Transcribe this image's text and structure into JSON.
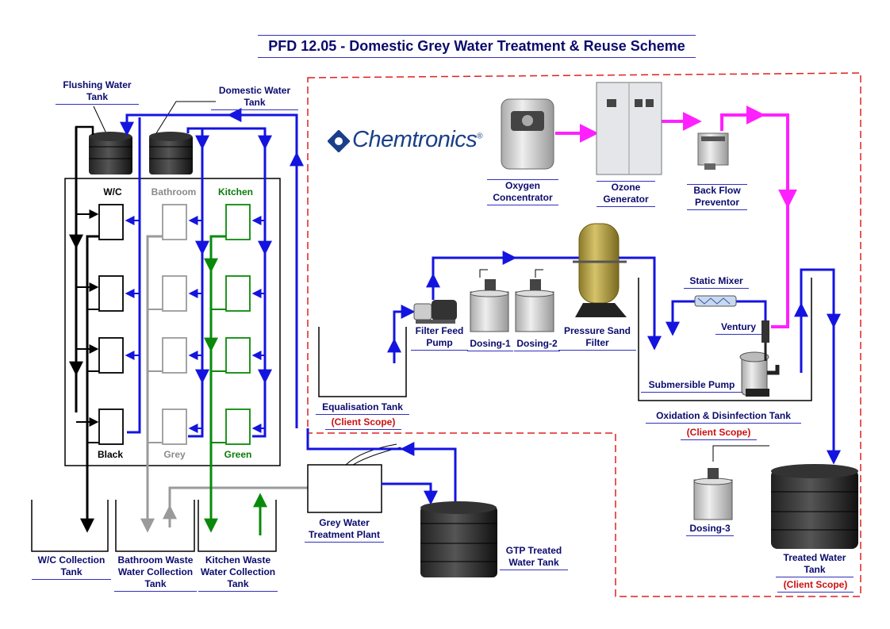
{
  "title": "PFD 12.05 - Domestic Grey Water Treatment & Reuse Scheme",
  "logo": {
    "text": "Chemtronics",
    "mark": "®"
  },
  "labels": {
    "flushing_tank": "Flushing Water Tank",
    "domestic_tank": "Domestic Water Tank",
    "wc": "W/C",
    "bathroom": "Bathroom",
    "kitchen": "Kitchen",
    "black": "Black",
    "grey": "Grey",
    "green": "Green",
    "wc_collection": "W/C Collection Tank",
    "bathroom_collection": "Bathroom Waste Water Collection Tank",
    "kitchen_collection": "Kitchen Waste Water Collection Tank",
    "grey_water_plant": "Grey Water Treatment Plant",
    "gtp_treated": "GTP Treated Water Tank",
    "equalisation_tank": "Equalisation Tank",
    "client_scope": "(Client Scope)",
    "filter_feed_pump": "Filter Feed Pump",
    "dosing_1": "Dosing-1",
    "dosing_2": "Dosing-2",
    "pressure_sand_filter": "Pressure Sand Filter",
    "oxygen_concentrator": "Oxygen Concentrator",
    "ozone_generator": "Ozone Generator",
    "back_flow_preventor": "Back Flow Preventor",
    "static_mixer": "Static Mixer",
    "ventury": "Ventury",
    "submersible_pump": "Submersible Pump",
    "oxidation_tank": "Oxidation & Disinfection Tank",
    "dosing_3": "Dosing-3",
    "treated_water_tank": "Treated Water Tank"
  },
  "colors": {
    "supply_line": "#1414e0",
    "black_water": "#000000",
    "grey_water": "#9a9a9a",
    "green_water": "#0a8a0a",
    "ozone_line": "#ff20ff",
    "scope_border": "#e02020"
  },
  "icons": [
    "water-tank-icon",
    "pump-icon",
    "dosing-tank-icon",
    "filter-vessel-icon",
    "oxygen-concentrator-icon",
    "ozone-generator-icon",
    "back-flow-preventor-icon",
    "static-mixer-icon",
    "submersible-pump-icon"
  ]
}
